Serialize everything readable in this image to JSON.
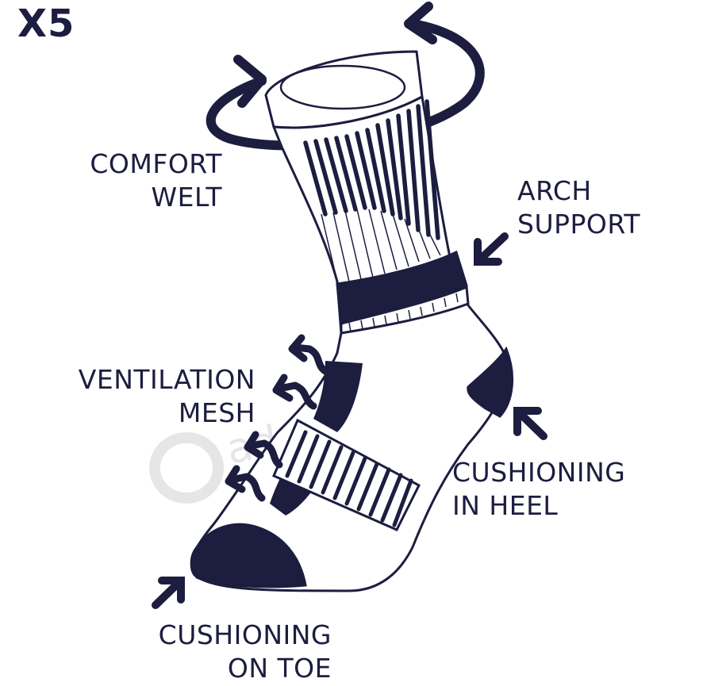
{
  "quantity_badge": "X5",
  "watermark_text": "adnosdacom",
  "callouts": {
    "comfort_welt": [
      "COMFORT",
      "WELT"
    ],
    "arch_support": [
      "ARCH",
      "SUPPORT"
    ],
    "ventilation_mesh": [
      "VENTILATION",
      "MESH"
    ],
    "cushioning_heel": [
      "CUSHIONING",
      "IN HEEL"
    ],
    "cushioning_toe": [
      "CUSHIONING",
      "ON TOE"
    ]
  },
  "colors": {
    "ink": "#1c1d3f",
    "background": "#ffffff",
    "watermark": "#e3e3e3"
  },
  "icons": [
    "rotation-arrow-icon",
    "pointer-arrow-icon",
    "airflow-arrow-icon"
  ]
}
